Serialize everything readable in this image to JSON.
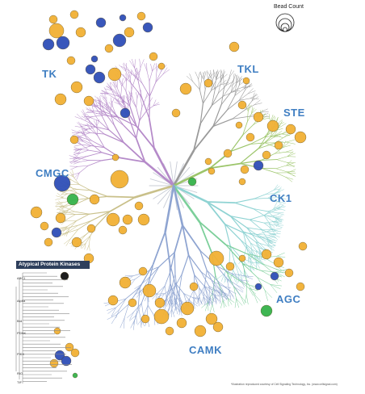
{
  "families": [
    {
      "name": "TK",
      "color": "#3f7ec2"
    },
    {
      "name": "TKL",
      "color": "#3f7ec2"
    },
    {
      "name": "STE",
      "color": "#3f7ec2"
    },
    {
      "name": "CMGC",
      "color": "#3f7ec2"
    },
    {
      "name": "CK1",
      "color": "#3f7ec2"
    },
    {
      "name": "AGC",
      "color": "#3f7ec2"
    },
    {
      "name": "CAMK",
      "color": "#3f7ec2"
    }
  ],
  "branch_colors": {
    "TK": "#b58ac9",
    "TKL": "#9a9a9a",
    "STE": "#9cc56a",
    "CMGC": "#c9c08a",
    "CK1": "#8fd3d3",
    "AGC": "#7ccf9a",
    "CAMK": "#8ea4d1",
    "core": "#c8ccd6"
  },
  "legend": {
    "title": "Bead Count",
    "icon": "concentric-circles-icon"
  },
  "atypical": {
    "title": "Atypical Protein Kinases",
    "groups": [
      "ABC1",
      "Alpha",
      "Brd",
      "PDHK",
      "PIKK",
      "RIO",
      "TIF"
    ]
  },
  "bead_colors": {
    "gold": "#f2b134",
    "blue": "#2f4fb8",
    "green": "#35b34a",
    "black": "#111111"
  },
  "credit": "*Illustration reproduced courtesy of Cell Signaling Technology, Inc. (www.cellsignal.com)"
}
